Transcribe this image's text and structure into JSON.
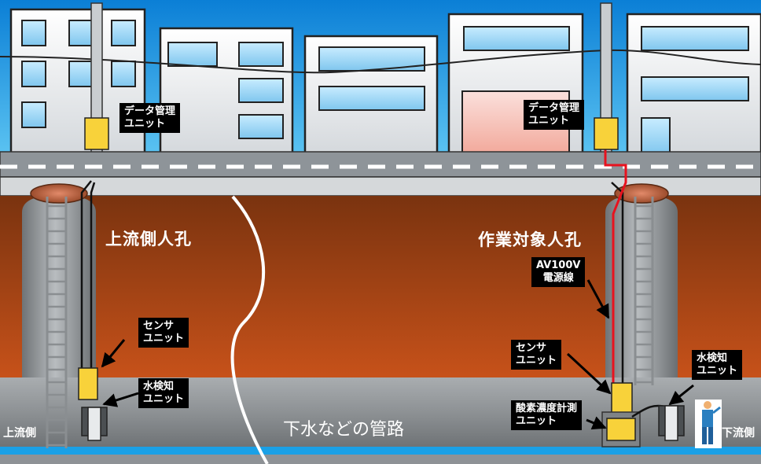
{
  "labels": {
    "data_unit_left": "データ管理\nユニット",
    "data_unit_right": "データ管理\nユニット",
    "upstream_manhole": "上流側人孔",
    "target_manhole": "作業対象人孔",
    "power_line": "AV100V\n電源線",
    "sensor_left": "センサ\nユニット",
    "water_left": "水検知\nユニット",
    "sensor_right": "センサ\nユニット",
    "water_right": "水検知\nユニット",
    "oxygen_unit": "酸素濃度計測\nユニット",
    "pipe": "下水などの管路",
    "upstream_side": "上流側",
    "downstream_side": "下流側"
  },
  "colors": {
    "sky_top": "#0b7fd6",
    "sky_bottom": "#5cc4f2",
    "soil_top": "#8a3c12",
    "soil_bottom": "#c44f14",
    "building": "#eceef0",
    "window": "#9fd6f4",
    "road": "#8e9499",
    "unit_yellow": "#f8d23a",
    "water": "#1aa0e6",
    "power_red": "#e8121e"
  }
}
